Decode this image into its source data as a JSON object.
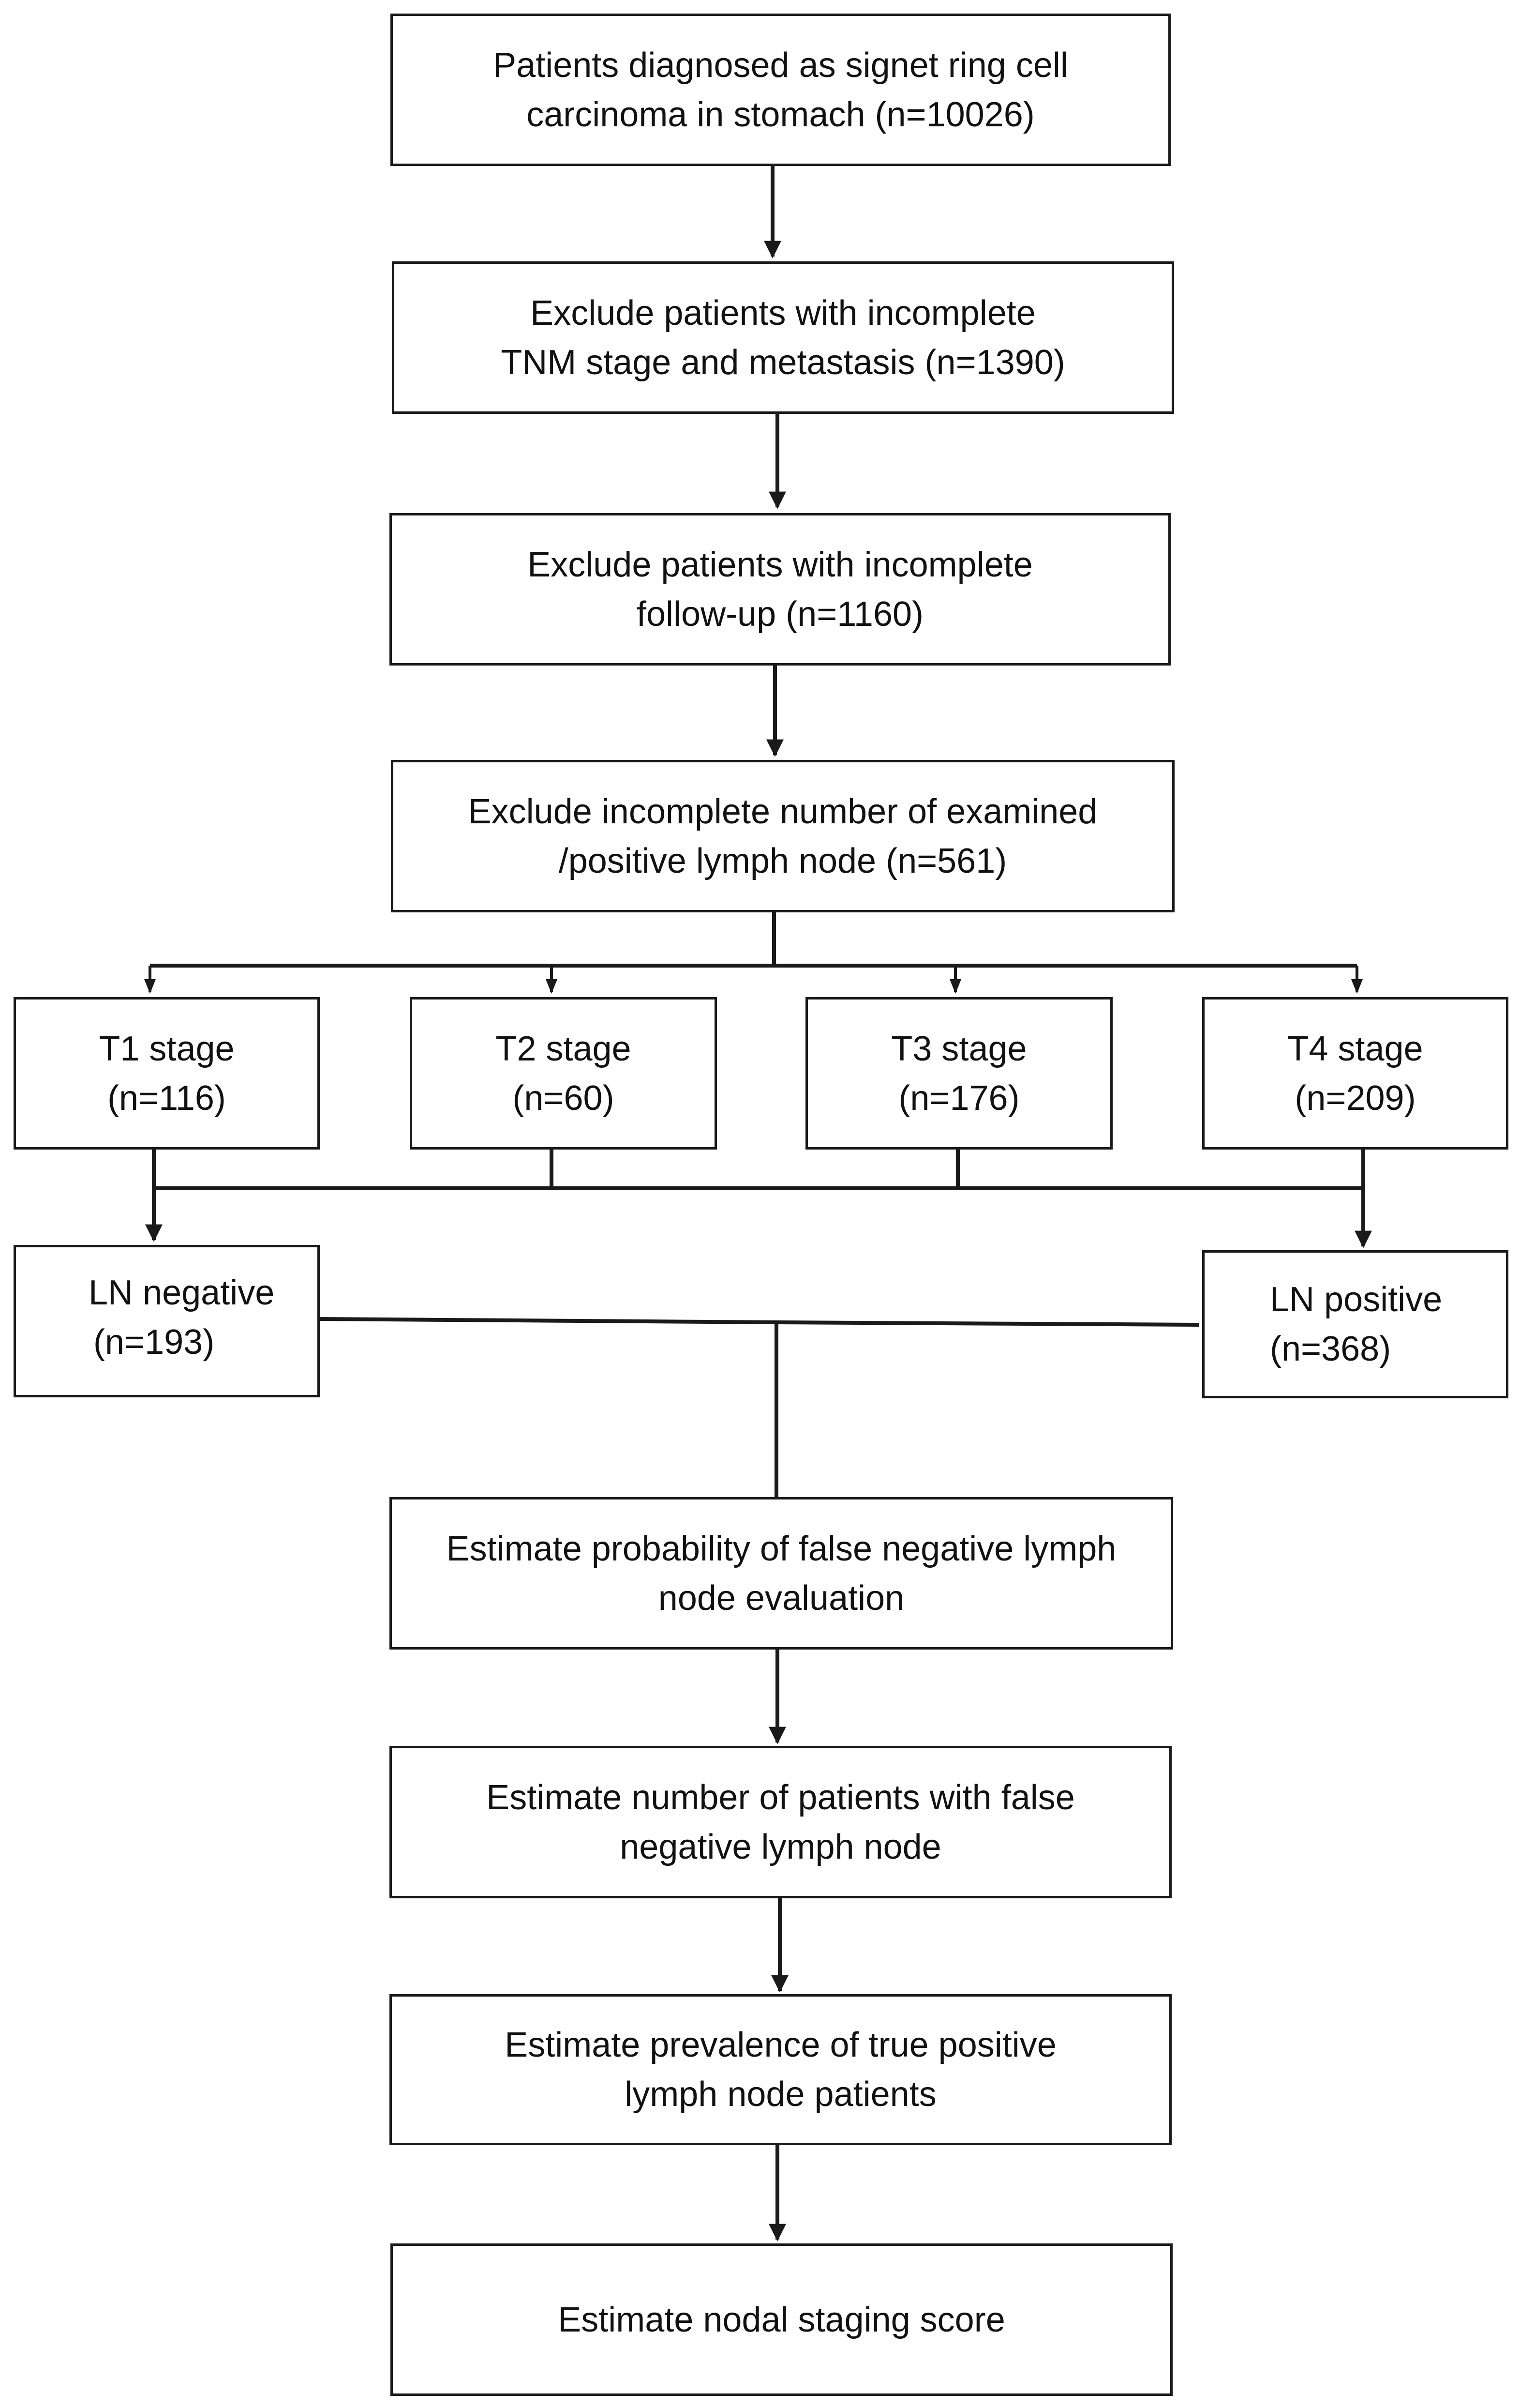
{
  "nodes": {
    "diagnosed": {
      "line1": "Patients diagnosed as signet ring cell",
      "line2": "carcinoma in stomach (n=10026)"
    },
    "exclude_tnm": {
      "line1": "Exclude patients with incomplete",
      "line2": "TNM stage and metastasis (n=1390)"
    },
    "exclude_followup": {
      "line1": "Exclude patients with incomplete",
      "line2": "follow-up (n=1160)"
    },
    "exclude_ln": {
      "line1": "Exclude incomplete number of examined",
      "line2": "/positive lymph node (n=561)"
    },
    "t1": {
      "line1": "T1 stage",
      "line2": "(n=116)"
    },
    "t2": {
      "line1": "T2 stage",
      "line2": "(n=60)"
    },
    "t3": {
      "line1": "T3 stage",
      "line2": "(n=176)"
    },
    "t4": {
      "line1": "T4 stage",
      "line2": "(n=209)"
    },
    "ln_negative": {
      "line1": "LN negative",
      "line2": "(n=193)"
    },
    "ln_positive": {
      "line1": "LN positive",
      "line2": "(n=368)"
    },
    "estimate_probability": {
      "line1": "Estimate probability of false negative lymph",
      "line2": "node evaluation"
    },
    "estimate_number": {
      "line1": "Estimate number of patients with false",
      "line2": "negative lymph node"
    },
    "estimate_prevalence": {
      "line1": "Estimate prevalence of true positive",
      "line2": "lymph node patients"
    },
    "estimate_score": {
      "line1": "Estimate nodal staging score"
    }
  },
  "colors": {
    "stroke": "#1a1a1a",
    "background": "#ffffff",
    "text": "#111111"
  }
}
